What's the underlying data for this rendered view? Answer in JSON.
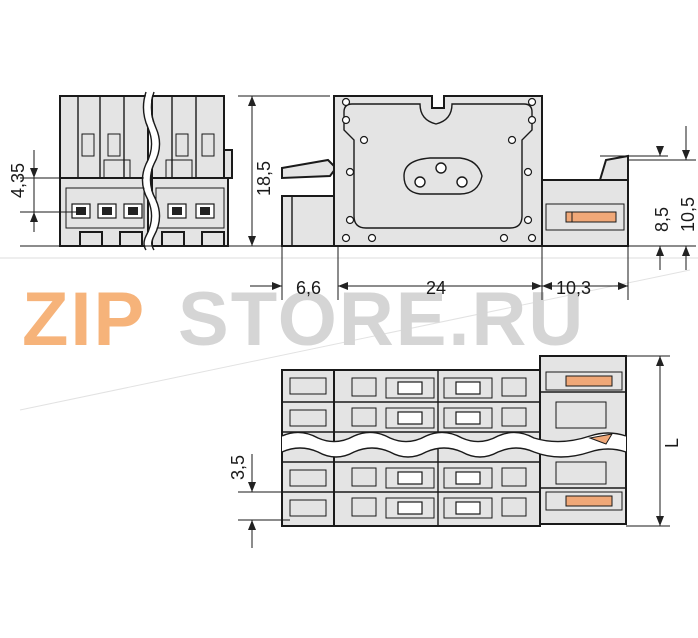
{
  "watermark": {
    "text_part1": "ZIP",
    "text_part2": "STORE.RU",
    "color_part1": "#f6b37a",
    "color_part2": "#d5d5d5"
  },
  "dimensions": {
    "d_4_35": "4,35",
    "d_18_5": "18,5",
    "d_6_6": "6,6",
    "d_24": "24",
    "d_10_3": "10,3",
    "d_8_5": "8,5",
    "d_10_5": "10,5",
    "d_3_5": "3,5",
    "d_L": "L"
  },
  "colors": {
    "part_fill": "#e4e4e4",
    "outline": "#1a1a1a",
    "accent": "#f0a878"
  }
}
